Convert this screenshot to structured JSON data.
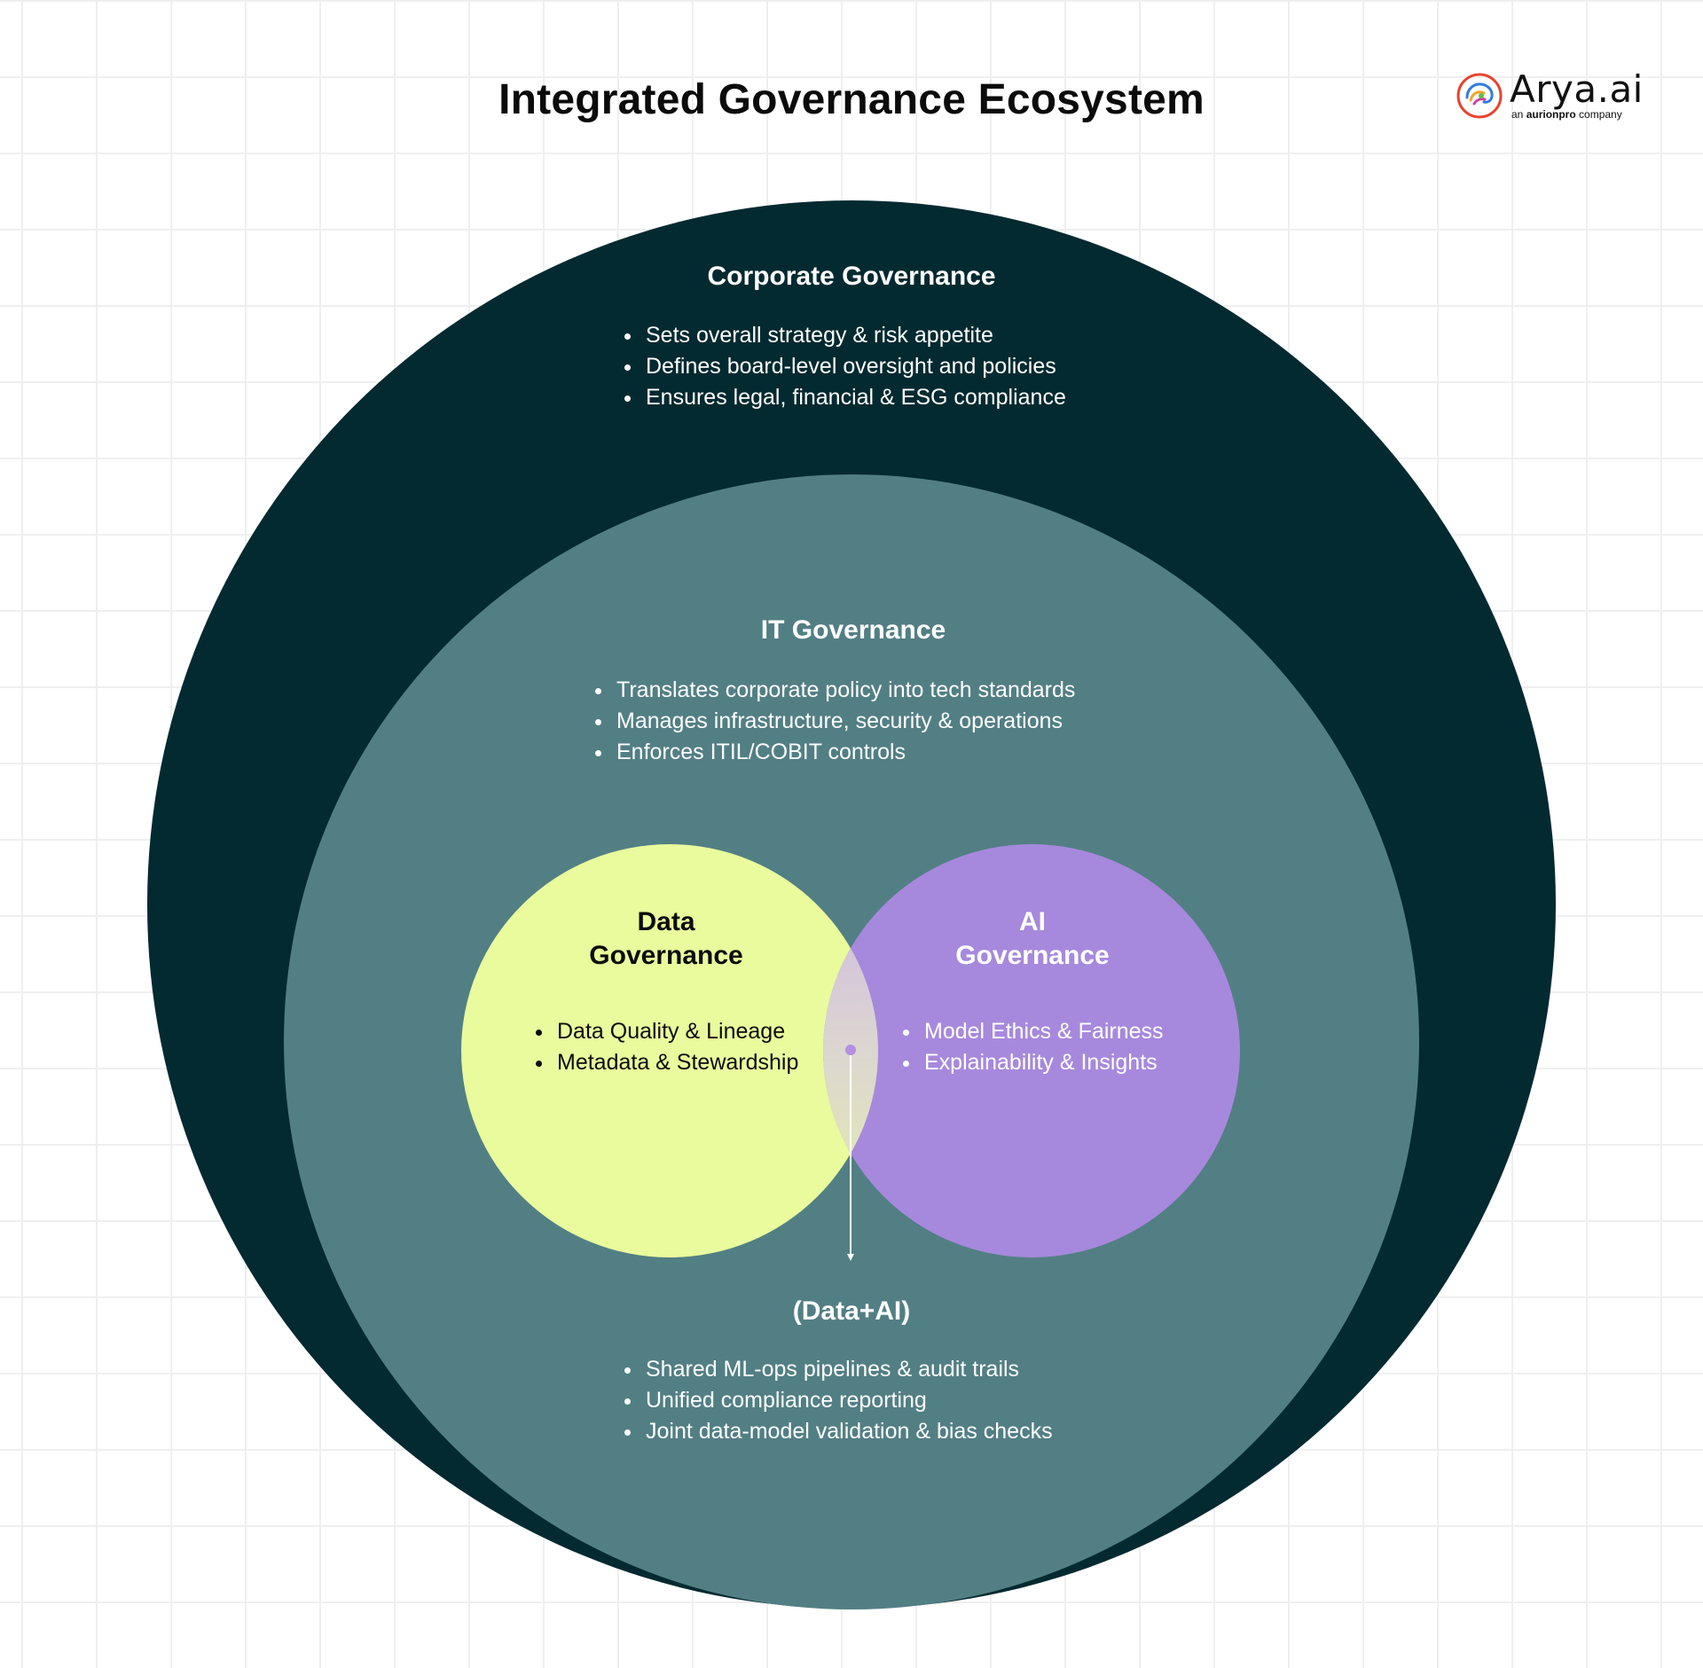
{
  "title": "Integrated Governance Ecosystem",
  "logo": {
    "wordmark": "Arya.ai",
    "tagline_prefix": "an ",
    "tagline_brand": "aurionpro",
    "tagline_suffix": " company"
  },
  "corporate": {
    "title": "Corporate Governance",
    "color": "#032a30",
    "bullets": [
      "Sets overall strategy & risk appetite",
      "Defines board-level oversight and policies",
      "Ensures legal, financial & ESG compliance"
    ]
  },
  "it": {
    "title": "IT Governance",
    "color": "#527f84",
    "bullets": [
      "Translates corporate policy into tech standards",
      "Manages infrastructure, security & operations",
      "Enforces ITIL/COBIT controls"
    ]
  },
  "data": {
    "title_line1": "Data",
    "title_line2": "Governance",
    "color": "#e9fb9d",
    "bullets": [
      "Data Quality & Lineage",
      "Metadata & Stewardship"
    ]
  },
  "ai": {
    "title_line1": "AI",
    "title_line2": "Governance",
    "color": "#a689dc",
    "bullets": [
      "Model Ethics & Fairness",
      "Explainability & Insights"
    ]
  },
  "combined": {
    "title": "(Data+AI)",
    "bullets": [
      "Shared ML-ops pipelines & audit trails",
      "Unified compliance reporting",
      "Joint data-model validation & bias checks"
    ]
  }
}
